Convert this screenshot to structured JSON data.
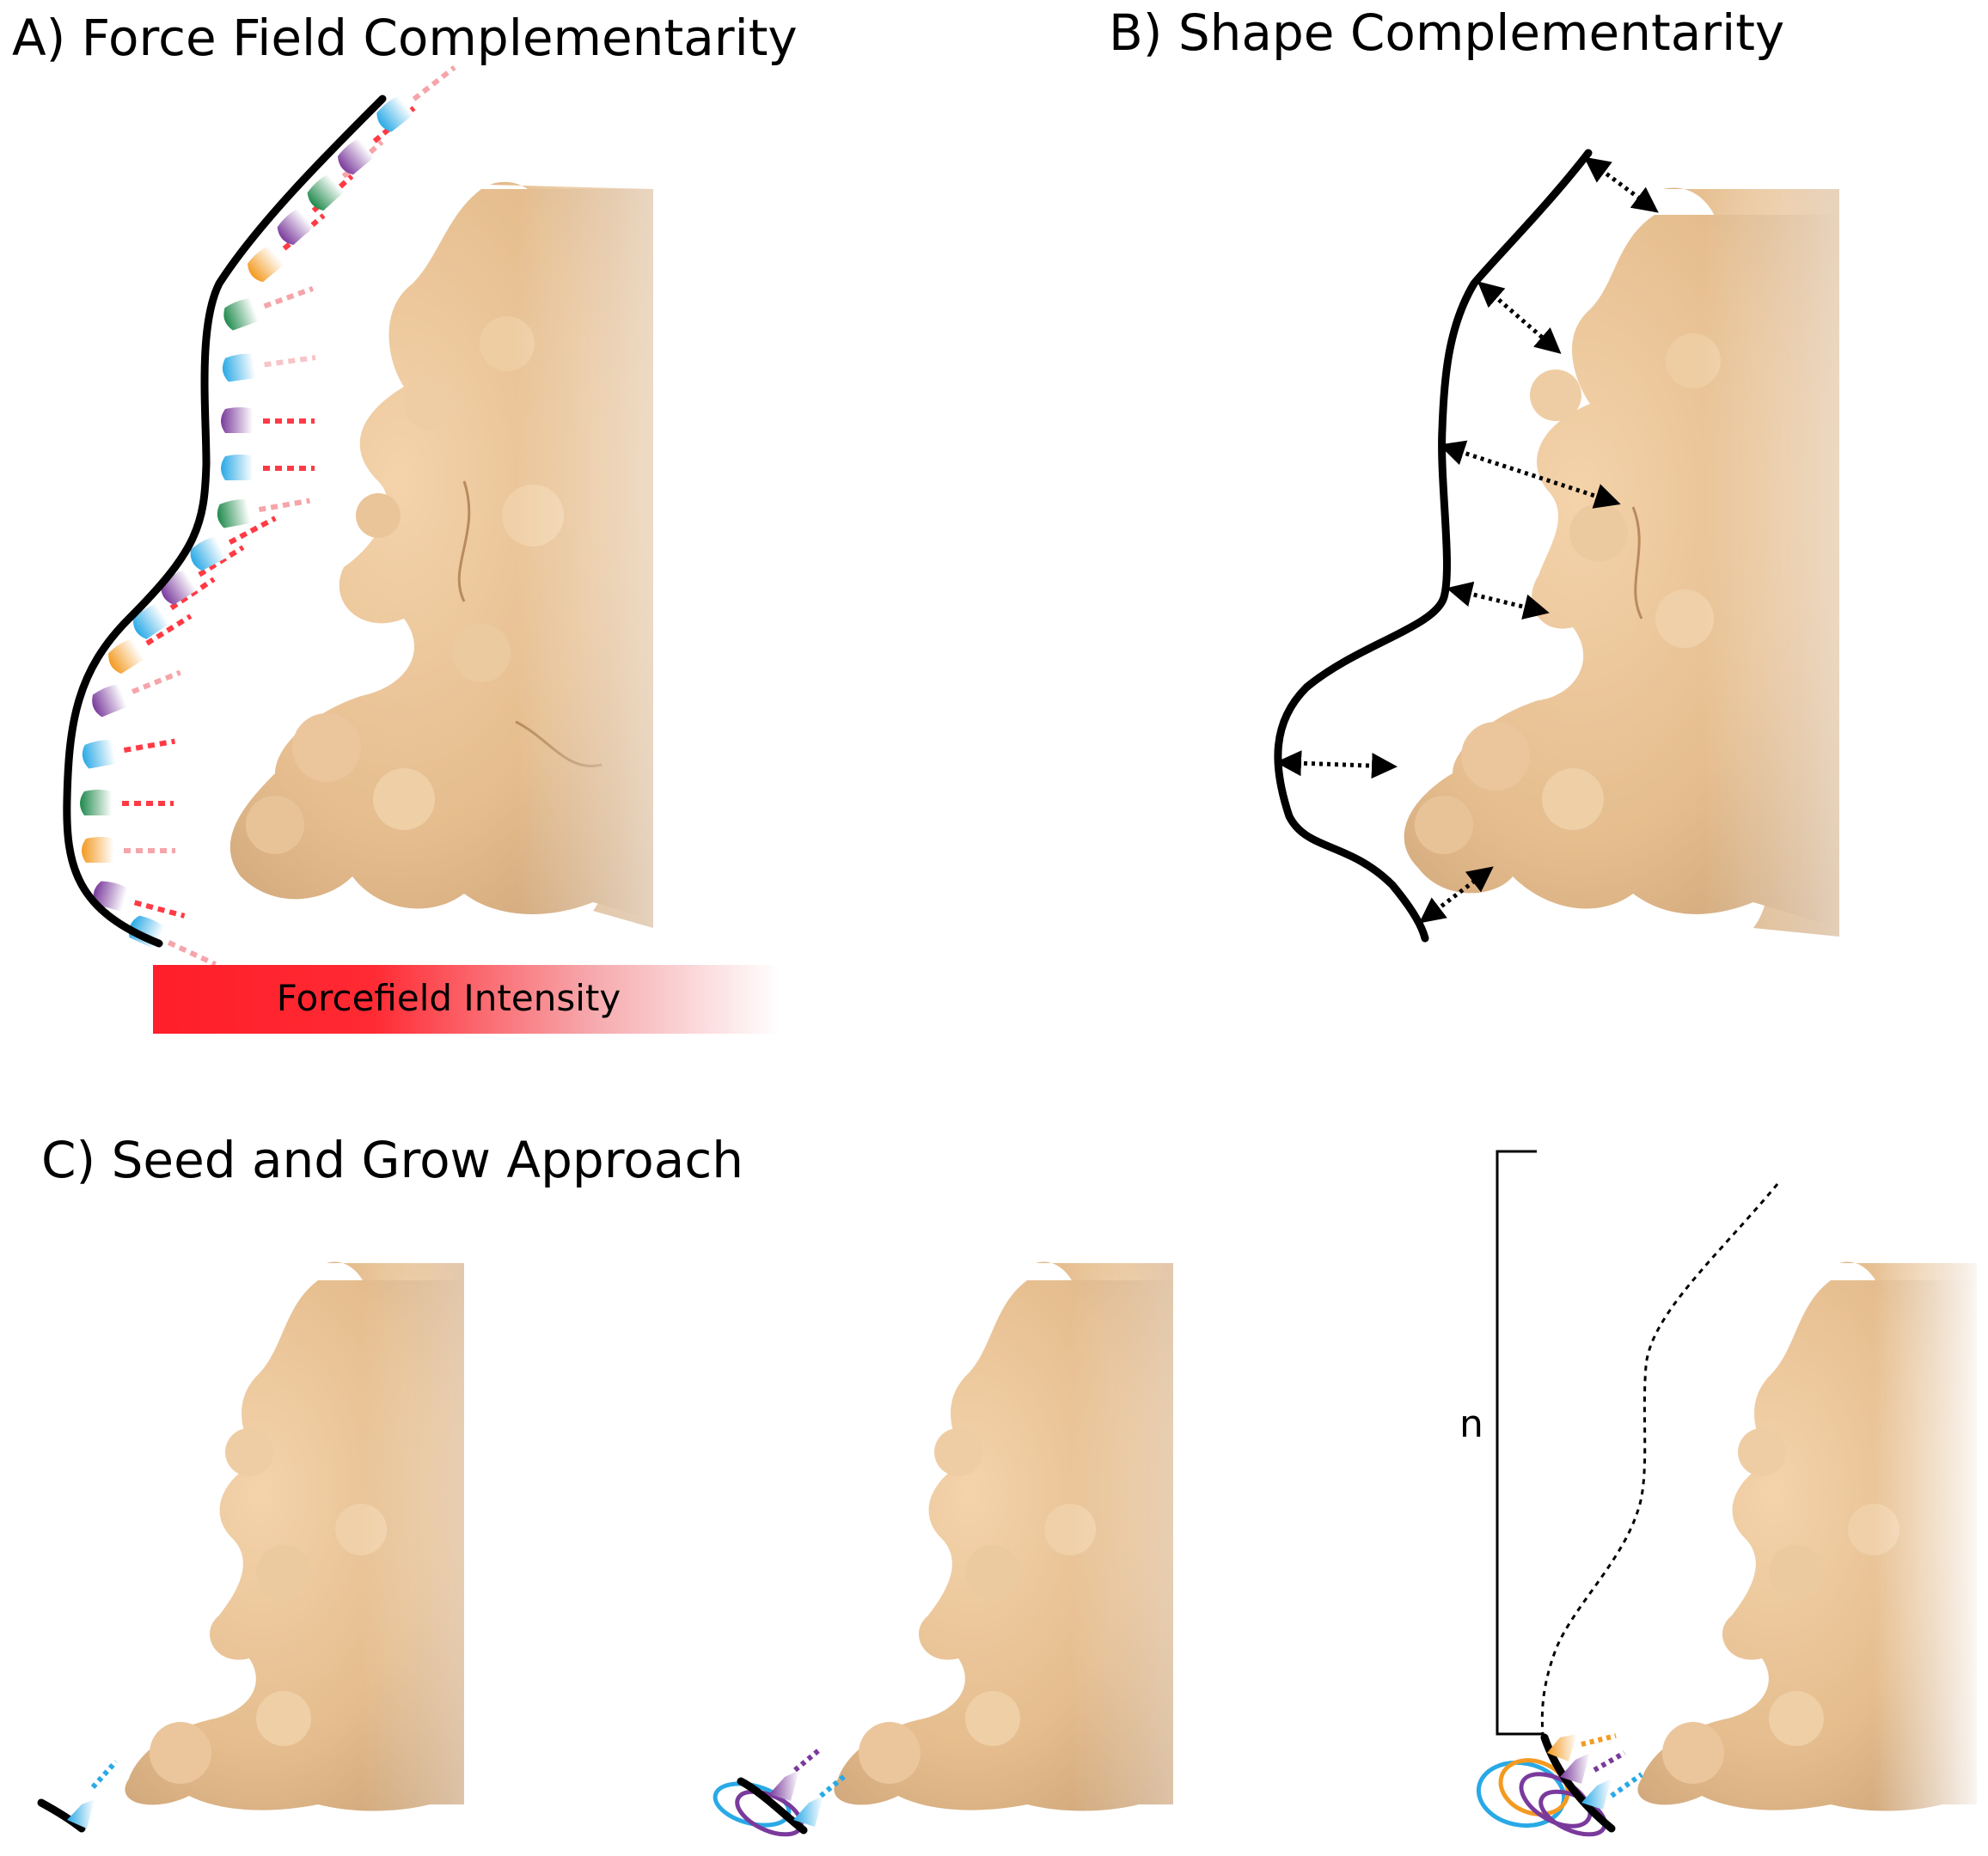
{
  "titles": {
    "a": "A) Force Field Complementarity",
    "b": "B) Shape Complementarity",
    "c": "C) Seed and Grow Approach"
  },
  "legend": {
    "bar_label": "Forcefield Intensity"
  },
  "seed_grow": {
    "bracket_label": "n"
  },
  "colors": {
    "protein_surface": "#e9c398",
    "protein_shadow": "#c9a074",
    "backbone": "#000000",
    "residue_blue": "#29a9e6",
    "residue_purple": "#7a3a9c",
    "residue_green": "#1f8a4c",
    "residue_orange": "#f39a21",
    "forcefield_red": "#ff1e2a"
  }
}
